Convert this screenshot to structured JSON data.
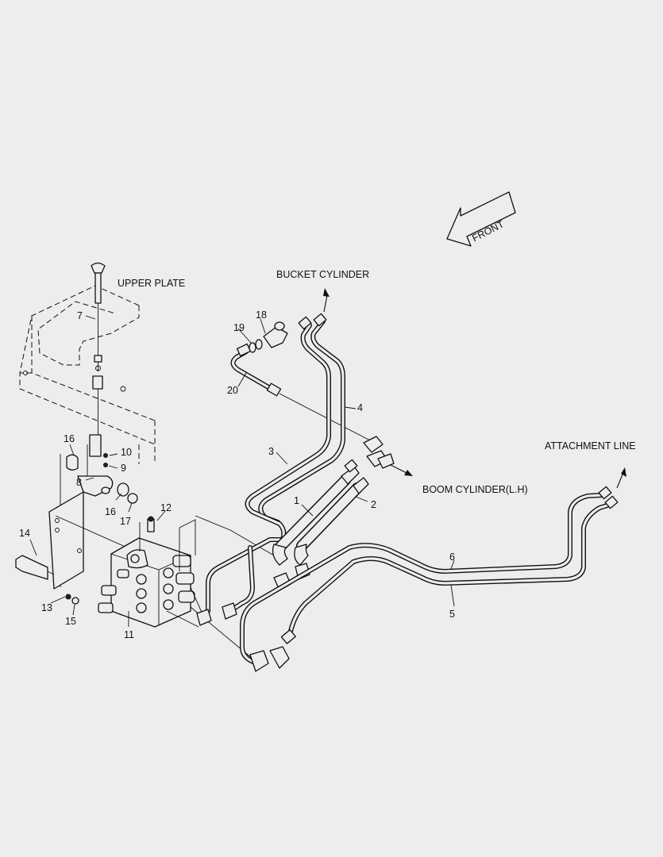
{
  "labels": {
    "front": "FRONT",
    "upper_plate": "UPPER PLATE",
    "bucket_cylinder": "BUCKET CYLINDER",
    "boom_cylinder": "BOOM CYLINDER(L.H)",
    "attachment_line": "ATTACHMENT LINE"
  },
  "part_numbers": {
    "p1": "1",
    "p2": "2",
    "p3": "3",
    "p4": "4",
    "p5": "5",
    "p6": "6",
    "p7": "7",
    "p8": "8",
    "p9": "9",
    "p10": "10",
    "p11": "11",
    "p12": "12",
    "p13": "13",
    "p14": "14",
    "p15": "15",
    "p16a": "16",
    "p16b": "16",
    "p17": "17",
    "p18": "18",
    "p19": "19",
    "p20": "20"
  }
}
